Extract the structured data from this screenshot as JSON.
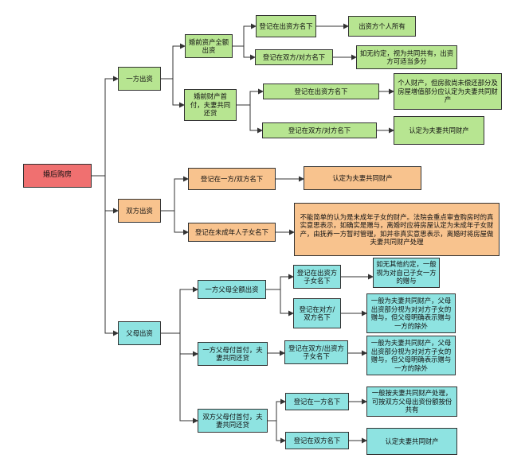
{
  "colors": {
    "root": "#f07070",
    "branch_self": "#b7e591",
    "branch_both": "#f8c38e",
    "branch_parents": "#8ee3e1",
    "edge": "#333333"
  },
  "nodes": {
    "root": "婚后购房",
    "yifang": "一方出资",
    "qian_quan": "婚前资产全额出资",
    "q1_reg_self": "登记在出资方名下",
    "q1_reg_self_out": "出资方个人所有",
    "q1_reg_both": "登记在双方/对方名下",
    "q1_reg_both_out": "如无约定，视为共同共有，出资方可适当多分",
    "qian_shou": "婚前财产首付，夫妻共同还贷",
    "q2_reg_self": "登记在出资方名下",
    "q2_reg_self_out": "个人财产，但房款尚未偿还部分及房屋增值部分应认定为夫妻共同财产",
    "q2_reg_both": "登记在双方/对方名下",
    "q2_reg_both_out": "认定为夫妻共同财产",
    "shuangfang": "双方出资",
    "s_reg_either": "登记在一方/双方名下",
    "s_reg_either_out": "认定为夫妻共同财产",
    "s_reg_minor": "登记在未成年人子女名下",
    "s_reg_minor_out": "不能简单的认为是未成年子女的财产。法院会重点审查购房时的真实意思表示，如确实是赠与，离婚时应将房屋认定为未成年子女财产，由抚养一方暂时管理，如并非真实意思表示，离婚时将房屋做夫妻共同财产处理",
    "fumu": "父母出资",
    "p_full": "一方父母全额出资",
    "p_full_reg_child": "登记在出资方子女名下",
    "p_full_reg_child_out": "如无其他约定，一般视为对自己子女一方的赠与",
    "p_full_reg_other": "登记在对方/双方名下",
    "p_full_reg_other_out": "一般为夫妻共同财产，父母出资部分视为对对方子女的赠与，但父母明确表示赠与一方的除外",
    "p_down": "一方父母付首付，夫妻共同还贷",
    "p_down_reg": "登记在双方/出资方子女名下",
    "p_down_reg_out": "一般为夫妻共同财产，父母出资部分视为对对方子女的赠与，但父母明确表示赠与一方的除外",
    "p_both": "双方父母付首付，夫妻共同还贷",
    "p_both_reg_one": "登记在一方名下",
    "p_both_reg_one_out": "一般按夫妻共同财产处理，可按双方父母出资份额按份共有",
    "p_both_reg_both": "登记在双方名下",
    "p_both_reg_both_out": "认定夫妻共同财产"
  }
}
